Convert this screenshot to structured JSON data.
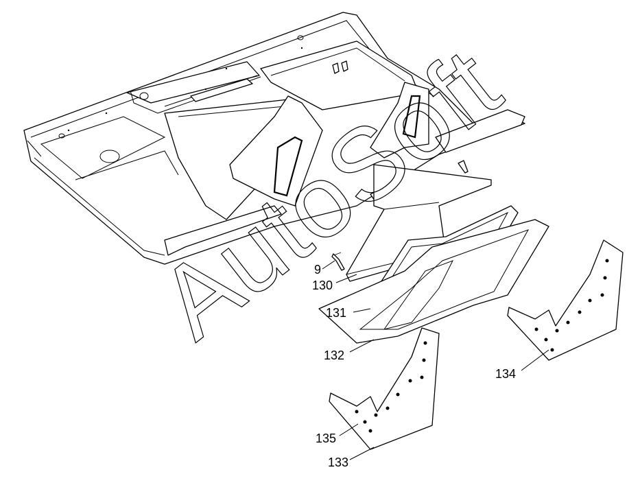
{
  "watermark": "AutoSoft",
  "callouts": {
    "c9": "9",
    "c130": "130",
    "c131": "131",
    "c132": "132",
    "c133": "133",
    "c134": "134",
    "c135": "135"
  }
}
